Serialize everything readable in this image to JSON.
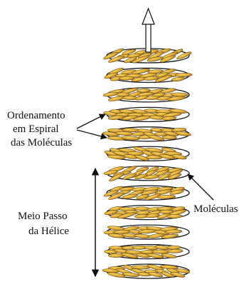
{
  "labels": {
    "ordering_line1": "Ordenamento",
    "ordering_line2": "em Espiral",
    "ordering_line3": "das Moléculas",
    "molecules": "Moléculas",
    "half_pitch_line1": "Meio Passo",
    "half_pitch_line2": "da Hélice"
  },
  "layers": 12,
  "colors": {
    "molecule_fill_light": "#e9bd40",
    "molecule_fill_dark": "#a77a2a",
    "outline": "#1a1a1a",
    "background": "#ffffff"
  },
  "icons": {
    "top_arrow": "director-arrow-icon",
    "side_arrow": "double-headed-arrow-icon"
  }
}
